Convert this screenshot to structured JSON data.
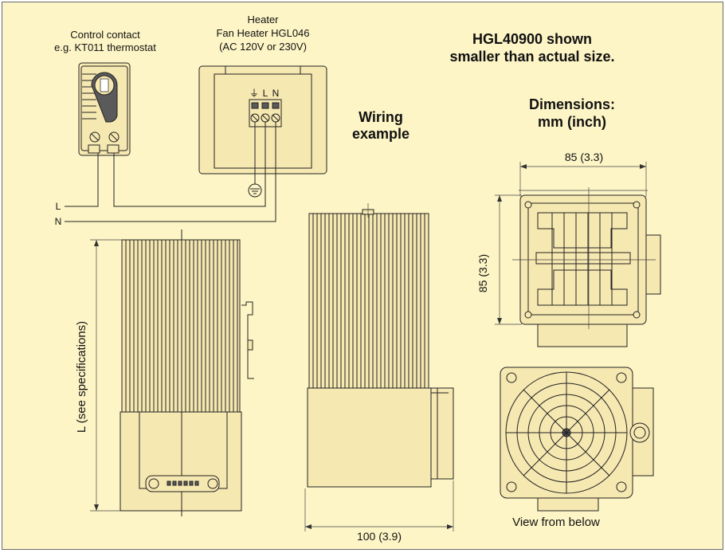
{
  "labels": {
    "control_contact": "Control contact",
    "control_example": "e.g. KT011 thermostat",
    "heater_title": "Heater",
    "heater_model": "Fan Heater HGL046",
    "heater_voltage": "(AC 120V or 230V)",
    "title_line1": "HGL40900 shown",
    "title_line2": "smaller than actual size.",
    "wiring_line1": "Wiring",
    "wiring_line2": "example",
    "dimensions_line1": "Dimensions:",
    "dimensions_line2": "mm (inch)",
    "terminal_ground": "⏚",
    "terminal_l": "L",
    "terminal_n": "N",
    "wire_l": "L",
    "wire_n": "N",
    "length_dim": "L (see specifications)",
    "width_dim": "100 (3.9)",
    "top_width_dim": "85 (3.3)",
    "side_height_dim": "85 (3.3)",
    "view_below": "View from below"
  },
  "colors": {
    "background": "#fdf5c6",
    "body_fill": "#f6e8b1",
    "line": "#222222"
  }
}
